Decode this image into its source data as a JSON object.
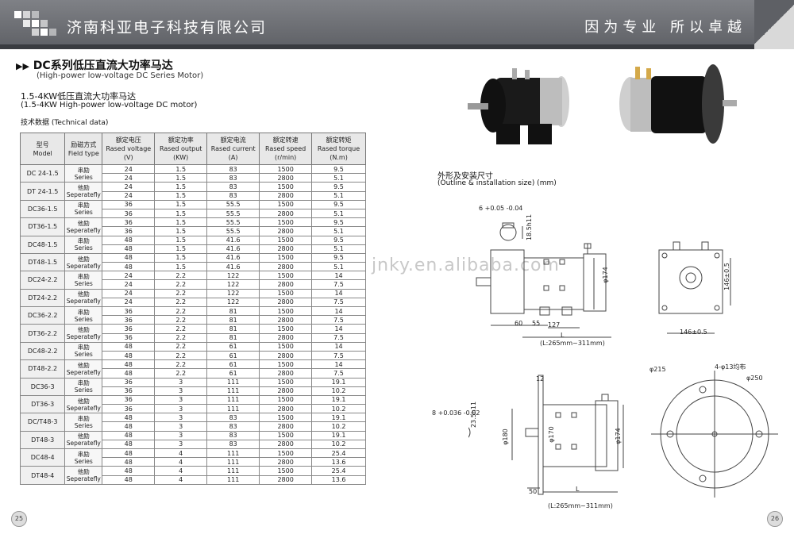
{
  "header": {
    "company": "济南科亚电子科技有限公司",
    "slogan": "因为专业  所以卓越"
  },
  "section": {
    "title": "DC系列低压直流大功率马达",
    "title_en": "(High-power low-voltage DC Series Motor)",
    "subtitle": "1.5-4KW低压直流大功率马达",
    "subtitle_en": "(1.5-4KW High-power low-voltage DC motor)",
    "tech_data": "技术数据",
    "tech_data_en": "(Technical data)"
  },
  "table": {
    "headers": [
      {
        "cn": "型号",
        "en": "Model"
      },
      {
        "cn": "励磁方式",
        "en": "Field  type"
      },
      {
        "cn": "额定电压",
        "en": "Rased voltage",
        "unit": "(V)"
      },
      {
        "cn": "额定功率",
        "en": "Rased output",
        "unit": "(KW)"
      },
      {
        "cn": "额定电流",
        "en": "Rased current",
        "unit": "(A)"
      },
      {
        "cn": "额定转速",
        "en": "Rased speed",
        "unit": "(r/min)"
      },
      {
        "cn": "额定转矩",
        "en": "Rased torque",
        "unit": "(N.m)"
      }
    ],
    "groups": [
      {
        "model": "DC 24-1.5",
        "field_cn": "串励",
        "field_en": "Series",
        "rows": [
          [
            "24",
            "1.5",
            "83",
            "1500",
            "9.5"
          ],
          [
            "24",
            "1.5",
            "83",
            "2800",
            "5.1"
          ]
        ]
      },
      {
        "model": "DT 24-1.5",
        "field_cn": "他励",
        "field_en": "Seperatefly",
        "rows": [
          [
            "24",
            "1.5",
            "83",
            "1500",
            "9.5"
          ],
          [
            "24",
            "1.5",
            "83",
            "2800",
            "5.1"
          ]
        ]
      },
      {
        "model": "DC36-1.5",
        "field_cn": "串励",
        "field_en": "Series",
        "rows": [
          [
            "36",
            "1.5",
            "55.5",
            "1500",
            "9.5"
          ],
          [
            "36",
            "1.5",
            "55.5",
            "2800",
            "5.1"
          ]
        ]
      },
      {
        "model": "DT36-1.5",
        "field_cn": "他励",
        "field_en": "Seperatefly",
        "rows": [
          [
            "36",
            "1.5",
            "55.5",
            "1500",
            "9.5"
          ],
          [
            "36",
            "1.5",
            "55.5",
            "2800",
            "5.1"
          ]
        ]
      },
      {
        "model": "DC48-1.5",
        "field_cn": "串励",
        "field_en": "Series",
        "rows": [
          [
            "48",
            "1.5",
            "41.6",
            "1500",
            "9.5"
          ],
          [
            "48",
            "1.5",
            "41.6",
            "2800",
            "5.1"
          ]
        ]
      },
      {
        "model": "DT48-1.5",
        "field_cn": "他励",
        "field_en": "Seperatefly",
        "rows": [
          [
            "48",
            "1.5",
            "41.6",
            "1500",
            "9.5"
          ],
          [
            "48",
            "1.5",
            "41.6",
            "2800",
            "5.1"
          ]
        ]
      },
      {
        "model": "DC24-2.2",
        "field_cn": "串励",
        "field_en": "Series",
        "rows": [
          [
            "24",
            "2.2",
            "122",
            "1500",
            "14"
          ],
          [
            "24",
            "2.2",
            "122",
            "2800",
            "7.5"
          ]
        ]
      },
      {
        "model": "DT24-2.2",
        "field_cn": "他励",
        "field_en": "Seperatefly",
        "rows": [
          [
            "24",
            "2.2",
            "122",
            "1500",
            "14"
          ],
          [
            "24",
            "2.2",
            "122",
            "2800",
            "7.5"
          ]
        ]
      },
      {
        "model": "DC36-2.2",
        "field_cn": "串励",
        "field_en": "Series",
        "rows": [
          [
            "36",
            "2.2",
            "81",
            "1500",
            "14"
          ],
          [
            "36",
            "2.2",
            "81",
            "2800",
            "7.5"
          ]
        ]
      },
      {
        "model": "DT36-2.2",
        "field_cn": "他励",
        "field_en": "Seperatefly",
        "rows": [
          [
            "36",
            "2.2",
            "81",
            "1500",
            "14"
          ],
          [
            "36",
            "2.2",
            "81",
            "2800",
            "7.5"
          ]
        ]
      },
      {
        "model": "DC48-2.2",
        "field_cn": "串励",
        "field_en": "Series",
        "rows": [
          [
            "48",
            "2.2",
            "61",
            "1500",
            "14"
          ],
          [
            "48",
            "2.2",
            "61",
            "2800",
            "7.5"
          ]
        ]
      },
      {
        "model": "DT48-2.2",
        "field_cn": "他励",
        "field_en": "Seperatefly",
        "rows": [
          [
            "48",
            "2.2",
            "61",
            "1500",
            "14"
          ],
          [
            "48",
            "2.2",
            "61",
            "2800",
            "7.5"
          ]
        ]
      },
      {
        "model": "DC36-3",
        "field_cn": "串励",
        "field_en": "Series",
        "rows": [
          [
            "36",
            "3",
            "111",
            "1500",
            "19.1"
          ],
          [
            "36",
            "3",
            "111",
            "2800",
            "10.2"
          ]
        ]
      },
      {
        "model": "DT36-3",
        "field_cn": "他励",
        "field_en": "Seperatefly",
        "rows": [
          [
            "36",
            "3",
            "111",
            "1500",
            "19.1"
          ],
          [
            "36",
            "3",
            "111",
            "2800",
            "10.2"
          ]
        ]
      },
      {
        "model": "DC/T48-3",
        "field_cn": "串励",
        "field_en": "Series",
        "rows": [
          [
            "48",
            "3",
            "83",
            "1500",
            "19.1"
          ],
          [
            "48",
            "3",
            "83",
            "2800",
            "10.2"
          ]
        ]
      },
      {
        "model": "DT48-3",
        "field_cn": "他励",
        "field_en": "Seperatefly",
        "rows": [
          [
            "48",
            "3",
            "83",
            "1500",
            "19.1"
          ],
          [
            "48",
            "3",
            "83",
            "2800",
            "10.2"
          ]
        ]
      },
      {
        "model": "DC48-4",
        "field_cn": "串励",
        "field_en": "Series",
        "rows": [
          [
            "48",
            "4",
            "111",
            "1500",
            "25.4"
          ],
          [
            "48",
            "4",
            "111",
            "2800",
            "13.6"
          ]
        ]
      },
      {
        "model": "DT48-4",
        "field_cn": "他励",
        "field_en": "Seperatefly",
        "rows": [
          [
            "48",
            "4",
            "111",
            "1500",
            "25.4"
          ],
          [
            "48",
            "4",
            "111",
            "2800",
            "13.6"
          ]
        ]
      }
    ]
  },
  "outline": {
    "title": "外形及安装尺寸",
    "subtitle": "(Outline & installation size) (mm)"
  },
  "drawing_notes": {
    "key_tol": "6 +0.05 -0.04",
    "key_len": "18.5h11",
    "d60": "60",
    "d55": "55",
    "d127": "127",
    "dL": "L",
    "length_range": "(L:265mm~311mm)",
    "dia174": "φ174",
    "d146": "146±0.5",
    "d146b": "146±0.5",
    "d12": "12",
    "key2": "8 +0.036 -0.02",
    "d235": "23.5h11",
    "dia180": "φ180",
    "dia170": "φ170",
    "d50": "50",
    "dia215": "φ215",
    "holes": "4-φ13均布",
    "dia250": "φ250"
  },
  "watermark": "jnky.en.alibaba.com",
  "pages": {
    "left": "25",
    "right": "26"
  },
  "colors": {
    "header": "#6e7075",
    "table_header": "#e8e8e8",
    "line": "#555555"
  }
}
